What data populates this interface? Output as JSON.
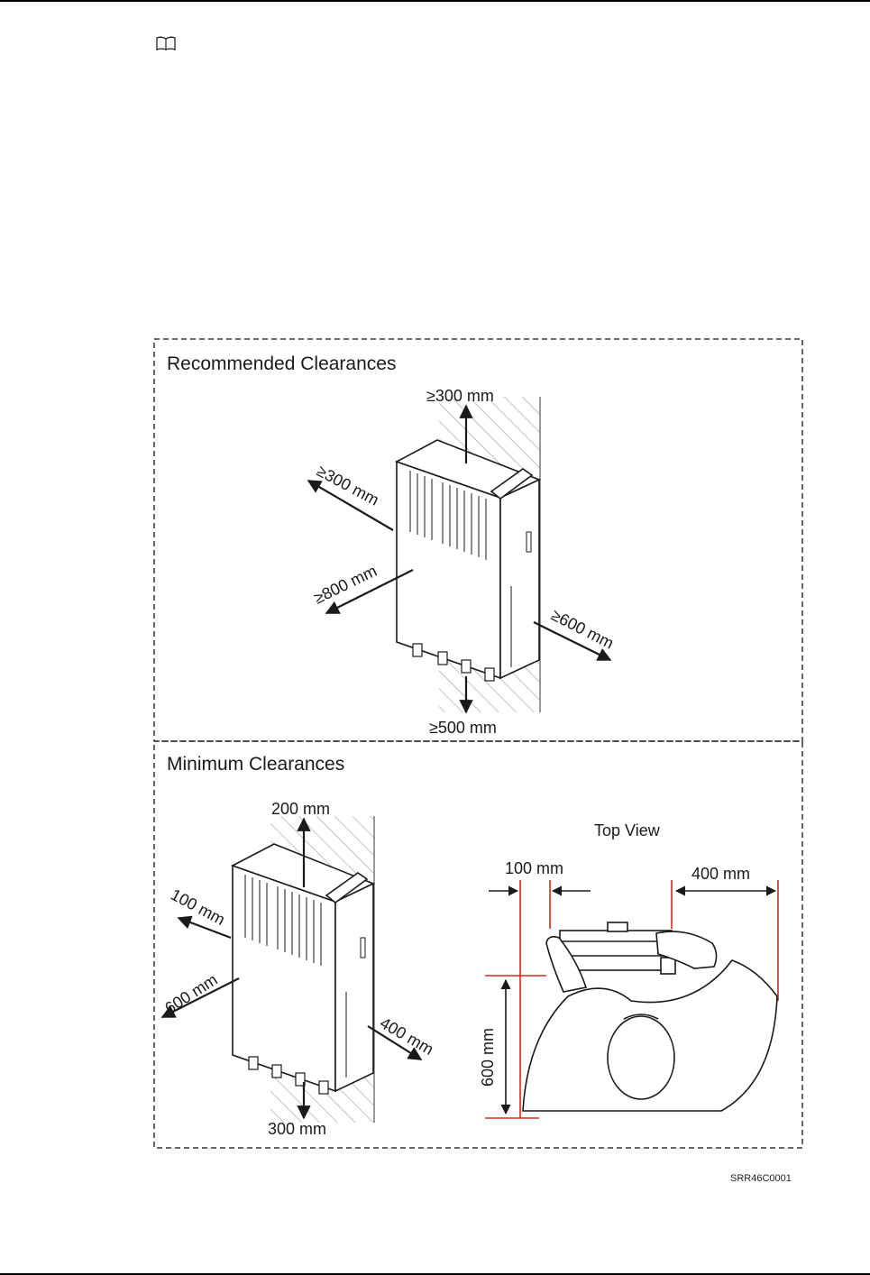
{
  "panels": {
    "recommended": {
      "title": "Recommended Clearances",
      "top": "≥300 mm",
      "left_upper": "≥300 mm",
      "left_lower": "≥800 mm",
      "right": "≥600 mm",
      "bottom": "≥500 mm"
    },
    "minimum": {
      "title": "Minimum Clearances",
      "top": "200 mm",
      "left_upper": "100 mm",
      "left_lower": "600 mm",
      "right": "400 mm",
      "bottom": "300 mm",
      "top_view": {
        "title": "Top View",
        "left_gap": "100 mm",
        "right_gap": "400 mm",
        "depth": "600 mm"
      }
    }
  },
  "figure_id": "SRR46C0001",
  "colors": {
    "dimension_line": "#d42a1e",
    "ink": "#1a1a1a"
  },
  "icons": {
    "note": "note-book-icon"
  }
}
